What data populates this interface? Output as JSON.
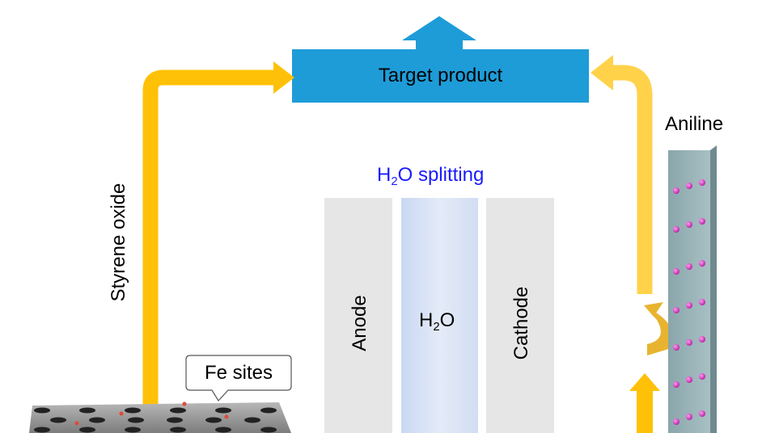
{
  "labels": {
    "target_product": "Target product",
    "aniline": "Aniline",
    "styrene_oxide": "Styrene oxide",
    "h2o_splitting_main": "H",
    "h2o_splitting_sub": "2",
    "h2o_splitting_rest": "O splitting",
    "anode": "Anode",
    "cathode": "Cathode",
    "h2o_main": "H",
    "h2o_sub": "2",
    "h2o_rest": "O",
    "fe_sites": "Fe sites"
  },
  "colors": {
    "target_box": "#1e9cd8",
    "arrow_yellow": "#ffc107",
    "electrode_gray": "#e6e6e6",
    "electrolyte_blue": "#cfdcf4",
    "splitting_text": "#1a1aff",
    "cathode_plate": "#9fb8bd",
    "dots_magenta": "#d63fc8",
    "catalyst_gray": "#8e8e8e"
  }
}
